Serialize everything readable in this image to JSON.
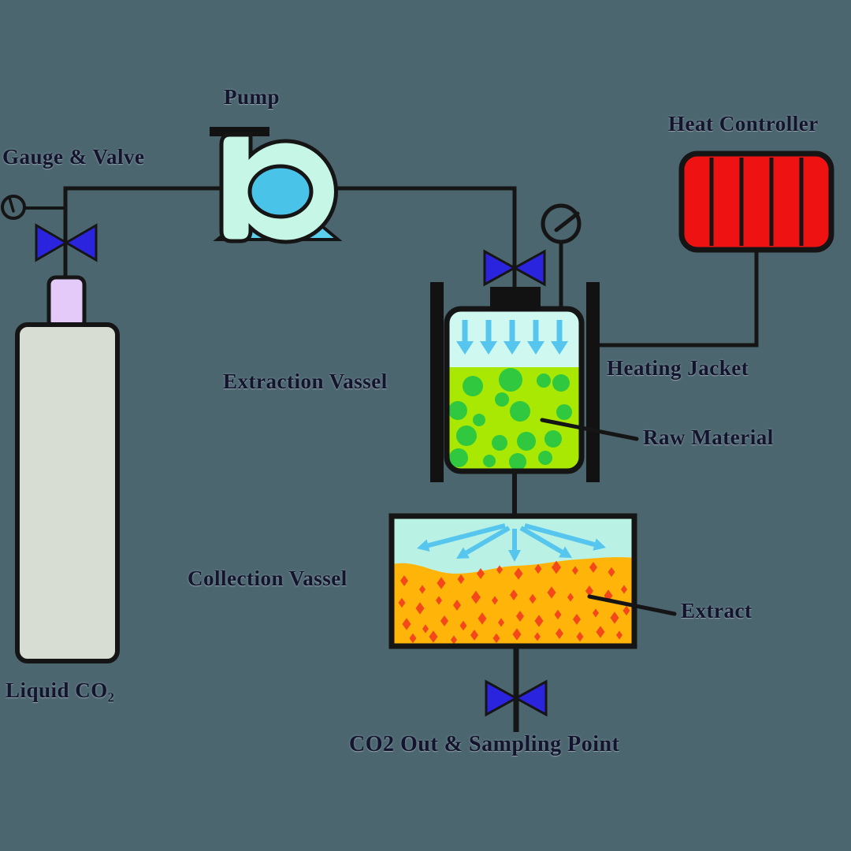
{
  "labels": {
    "gauge_valve": "Gauge & Valve",
    "pump": "Pump",
    "heat_controller": "Heat Controller",
    "extraction_vessel": "Extraction Vassel",
    "heating_jacket": "Heating Jacket",
    "raw_material": "Raw Material",
    "collection_vessel": "Collection Vassel",
    "extract": "Extract",
    "liquid_co2": "Liquid CO₂",
    "co2_out": "CO2 Out & Sampling Point"
  },
  "colors": {
    "background": "#4C6670",
    "line": "#151515",
    "valve_blue": "#2B24DF",
    "pump_body": "#C6F7E6",
    "pump_oval": "#4AC3E9",
    "pump_base": "#5BD0EC",
    "cylinder_body": "#D8DDD3",
    "cylinder_cap": "#E3CAF9",
    "heater_red": "#EE1212",
    "vessel_headspace": "#CFF8F0",
    "collection_headspace": "#B9F2E4",
    "arrow_cyan": "#56C6EF",
    "raw_green": "#A9E803",
    "bubble_green": "#2FC83E",
    "extract_orange": "#FFB40A",
    "speck_red": "#F4481A",
    "jacket_black": "#121212",
    "text": "#14142e"
  },
  "diagram": {
    "extraction_arrows_x": [
      590,
      620,
      650,
      680,
      710
    ],
    "extraction_bubbles": [
      [
        600,
        490,
        13
      ],
      [
        648,
        482,
        15
      ],
      [
        690,
        483,
        9
      ],
      [
        712,
        486,
        11
      ],
      [
        637,
        507,
        9
      ],
      [
        581,
        521,
        12
      ],
      [
        660,
        522,
        13
      ],
      [
        716,
        523,
        10
      ],
      [
        608,
        533,
        8
      ],
      [
        592,
        553,
        13
      ],
      [
        634,
        562,
        10
      ],
      [
        668,
        560,
        12
      ],
      [
        702,
        557,
        11
      ],
      [
        582,
        581,
        12
      ],
      [
        621,
        585,
        8
      ],
      [
        657,
        586,
        11
      ],
      [
        692,
        581,
        9
      ]
    ],
    "collection_arrows": [
      [
        641,
        667,
        529,
        696
      ],
      [
        646,
        670,
        579,
        709
      ],
      [
        653,
        671,
        653,
        713
      ],
      [
        661,
        670,
        726,
        708
      ],
      [
        666,
        667,
        769,
        695
      ]
    ],
    "extract_specks": [
      [
        513,
        737,
        1.0
      ],
      [
        536,
        748,
        0.8
      ],
      [
        560,
        740,
        1.1
      ],
      [
        585,
        735,
        0.9
      ],
      [
        610,
        728,
        1.0
      ],
      [
        634,
        723,
        0.8
      ],
      [
        658,
        728,
        1.1
      ],
      [
        683,
        722,
        0.9
      ],
      [
        706,
        720,
        1.2
      ],
      [
        730,
        724,
        0.8
      ],
      [
        753,
        720,
        1.0
      ],
      [
        776,
        726,
        0.9
      ],
      [
        510,
        765,
        0.9
      ],
      [
        533,
        772,
        1.1
      ],
      [
        557,
        762,
        0.8
      ],
      [
        580,
        768,
        1.0
      ],
      [
        604,
        758,
        1.2
      ],
      [
        628,
        762,
        0.8
      ],
      [
        652,
        755,
        1.0
      ],
      [
        676,
        760,
        0.9
      ],
      [
        700,
        752,
        1.1
      ],
      [
        724,
        758,
        0.8
      ],
      [
        748,
        750,
        1.0
      ],
      [
        772,
        756,
        1.1
      ],
      [
        792,
        748,
        0.8
      ],
      [
        516,
        792,
        1.1
      ],
      [
        540,
        798,
        0.8
      ],
      [
        564,
        788,
        1.0
      ],
      [
        588,
        794,
        0.9
      ],
      [
        612,
        785,
        1.1
      ],
      [
        636,
        790,
        0.8
      ],
      [
        660,
        782,
        1.0
      ],
      [
        684,
        788,
        1.1
      ],
      [
        708,
        780,
        0.9
      ],
      [
        732,
        786,
        1.0
      ],
      [
        756,
        778,
        0.8
      ],
      [
        780,
        784,
        1.1
      ],
      [
        795,
        775,
        0.9
      ],
      [
        524,
        810,
        0.9
      ],
      [
        550,
        808,
        1.1
      ],
      [
        576,
        812,
        0.8
      ],
      [
        602,
        806,
        1.0
      ],
      [
        630,
        810,
        0.9
      ],
      [
        656,
        805,
        1.1
      ],
      [
        682,
        808,
        0.8
      ],
      [
        710,
        804,
        1.0
      ],
      [
        736,
        808,
        0.9
      ],
      [
        762,
        802,
        1.1
      ],
      [
        786,
        806,
        0.8
      ]
    ],
    "heater_dividers_x": [
      903,
      941,
      979,
      1017
    ]
  }
}
